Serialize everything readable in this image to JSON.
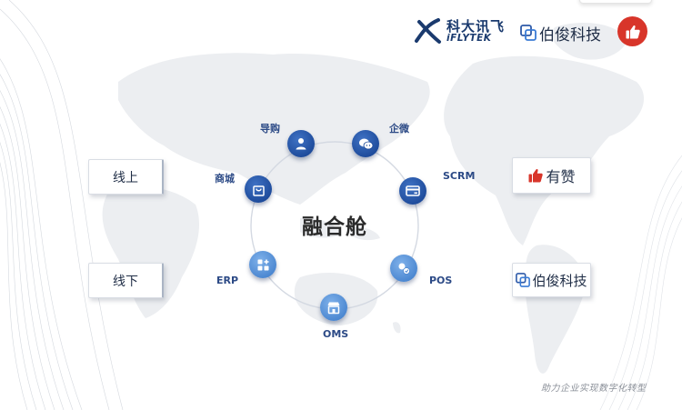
{
  "header": {
    "iflytek_cn": "科大讯飞",
    "iflytek_en": "iFLYTEK",
    "bojun_name": "伯俊科技"
  },
  "left_cards": {
    "online": "线上",
    "offline": "线下"
  },
  "right_cards": {
    "youzan": "有赞",
    "bojun": "伯俊科技"
  },
  "hub": {
    "title": "融合舱",
    "nodes": [
      {
        "id": "guide",
        "label": "导购",
        "icon": "user-icon"
      },
      {
        "id": "wecom",
        "label": "企微",
        "icon": "chat-bubbles-icon"
      },
      {
        "id": "scrm",
        "label": "SCRM",
        "icon": "card-icon"
      },
      {
        "id": "pos",
        "label": "POS",
        "icon": "coins-icon"
      },
      {
        "id": "oms",
        "label": "OMS",
        "icon": "store-icon"
      },
      {
        "id": "erp",
        "label": "ERP",
        "icon": "apps-icon"
      },
      {
        "id": "mall",
        "label": "商城",
        "icon": "shopping-bag-icon"
      }
    ]
  },
  "footer": {
    "tagline": "助力企业实现数字化转型"
  },
  "colors": {
    "brand_blue": "#1d4a9a",
    "node_light": "#4a86d0",
    "like_red": "#d8352a",
    "text_dark": "#1f2d46"
  }
}
